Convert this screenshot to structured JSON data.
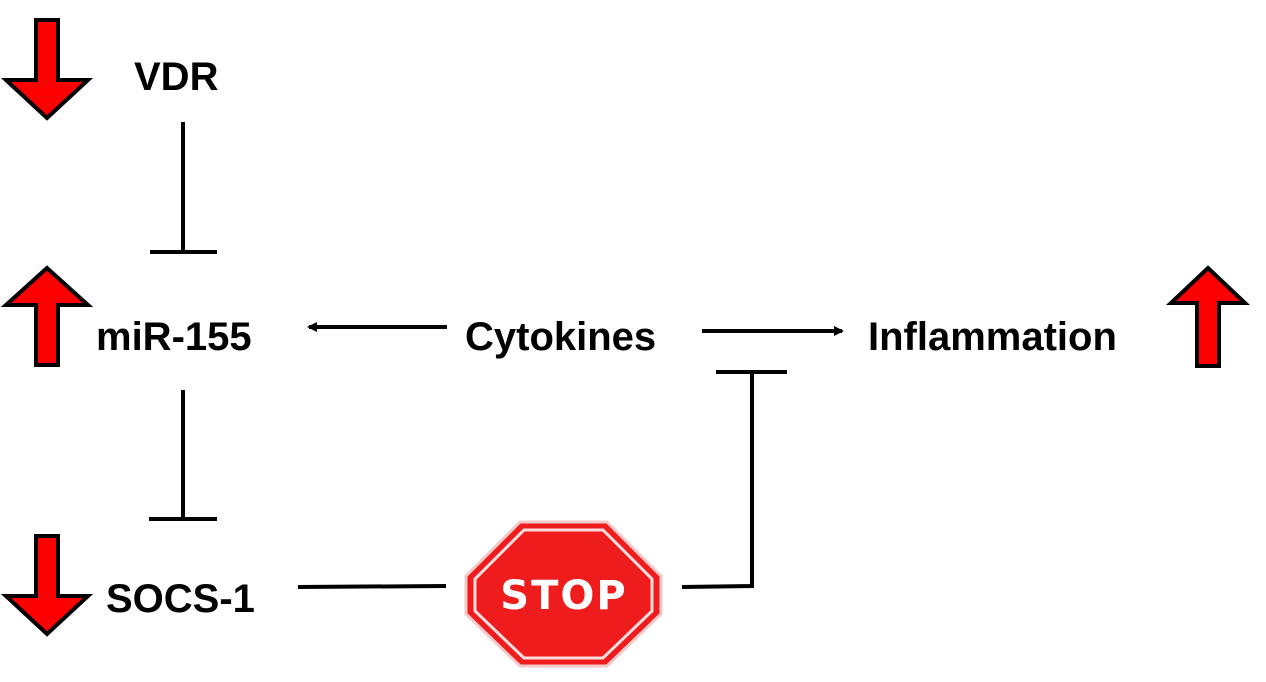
{
  "nodes": {
    "vdr": "VDR",
    "mir155": "miR-155",
    "cytokines": "Cytokines",
    "inflammation": "Inflammation",
    "socs1": "SOCS-1",
    "stop_sign": "STOP"
  },
  "indicators": {
    "vdr": "down",
    "mir155": "up",
    "inflammation": "up",
    "socs1": "down"
  },
  "colors": {
    "arrow_fill": "#ff0000",
    "arrow_outline": "#000000",
    "stop_fill": "#ee1c1c",
    "stop_border": "#ffffff",
    "text": "#000000",
    "background": "#ffffff"
  },
  "icons": {
    "up_arrow": "red-up-arrow-icon",
    "down_arrow": "red-down-arrow-icon",
    "stop": "stop-sign-icon"
  }
}
